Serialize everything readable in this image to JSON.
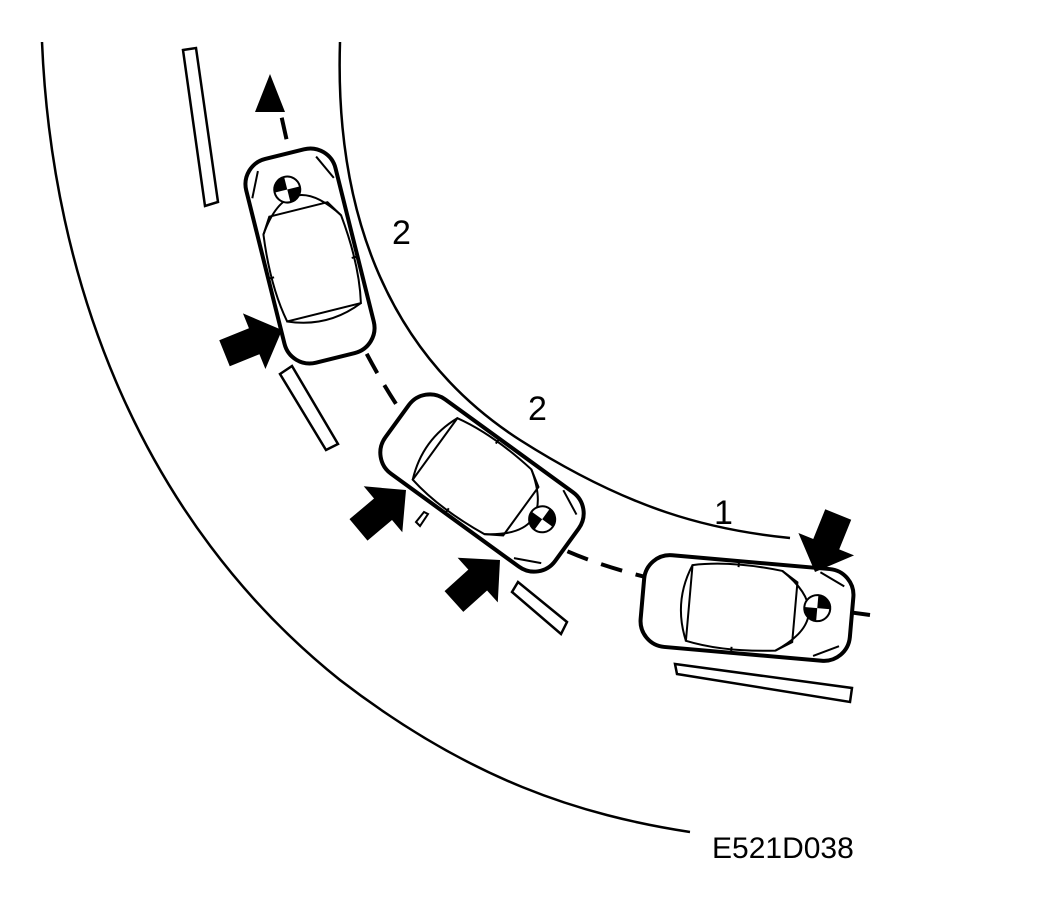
{
  "diagram": {
    "labels": {
      "position_1": "1",
      "position_2_upper": "2",
      "position_2_lower": "2"
    },
    "figure_code": "E521D038"
  },
  "colors": {
    "ink": "#000000",
    "paper": "#ffffff"
  },
  "icons": {
    "car": "car-topview-icon",
    "force_arrow": "block-arrow-icon",
    "direction_arrow": "arrowhead-icon",
    "badge": "roundel-icon"
  }
}
